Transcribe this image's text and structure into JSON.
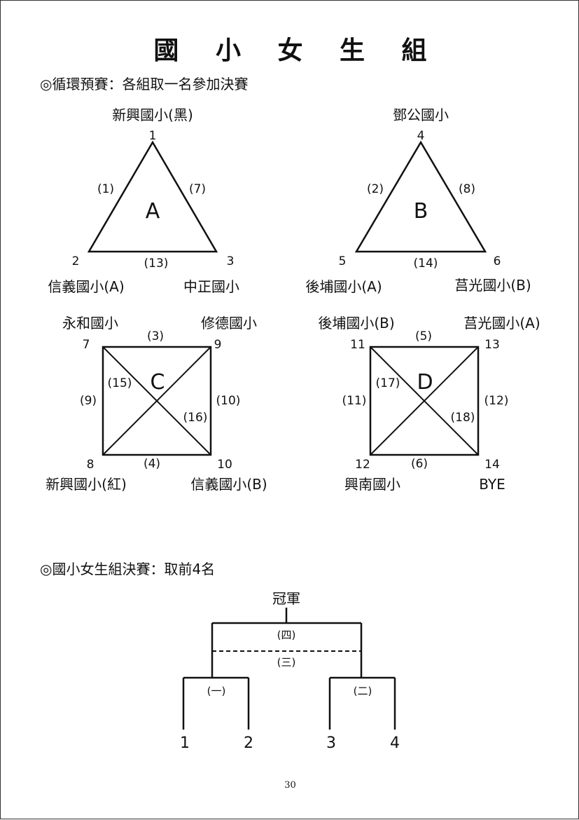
{
  "title": "國 小 女 生 組",
  "prelim_heading": "◎循環預賽：各組取一名參加決賽",
  "groups": {
    "A": {
      "label": "A",
      "numbers": [
        "1",
        "2",
        "3"
      ],
      "teams": [
        "新興國小(黑)",
        "信義國小(A)",
        "中正國小"
      ],
      "matches": [
        "(1)",
        "(7)",
        "(13)"
      ]
    },
    "B": {
      "label": "B",
      "numbers": [
        "4",
        "5",
        "6"
      ],
      "teams": [
        "鄧公國小",
        "後埔國小(A)",
        "莒光國小(B)"
      ],
      "matches": [
        "(2)",
        "(8)",
        "(14)"
      ]
    },
    "C": {
      "label": "C",
      "numbers": [
        "7",
        "9",
        "8",
        "10"
      ],
      "teams": [
        "永和國小",
        "修德國小",
        "新興國小(紅)",
        "信義國小(B)"
      ],
      "matches": [
        "(3)",
        "(9)",
        "(10)",
        "(4)",
        "(15)",
        "(16)"
      ]
    },
    "D": {
      "label": "D",
      "numbers": [
        "11",
        "13",
        "12",
        "14"
      ],
      "teams": [
        "後埔國小(B)",
        "莒光國小(A)",
        "興南國小",
        "BYE"
      ],
      "matches": [
        "(5)",
        "(11)",
        "(12)",
        "(6)",
        "(17)",
        "(18)"
      ]
    }
  },
  "final_heading": "◎國小女生組決賽：取前4名",
  "bracket": {
    "champion": "冠軍",
    "match_final": "(四)",
    "match_third": "(三)",
    "match_semi1": "(一)",
    "match_semi2": "(二)",
    "seeds": [
      "1",
      "2",
      "3",
      "4"
    ]
  },
  "page_number": "30"
}
